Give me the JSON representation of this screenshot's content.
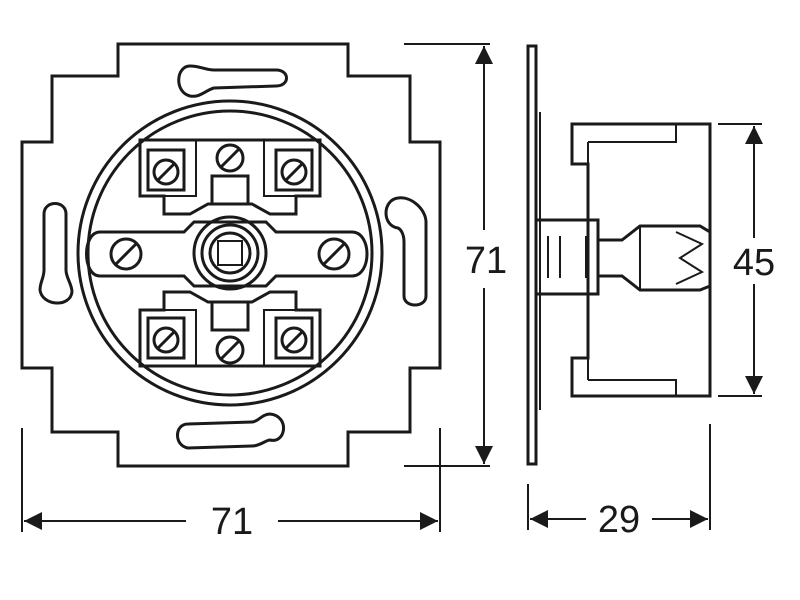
{
  "diagram": {
    "dimensions": {
      "front_width": "71",
      "front_height": "71",
      "side_depth": "29",
      "side_height": "45"
    },
    "colors": {
      "ink": "#1a1a1a",
      "background": "#ffffff",
      "tint": "#e6f3fb"
    }
  }
}
